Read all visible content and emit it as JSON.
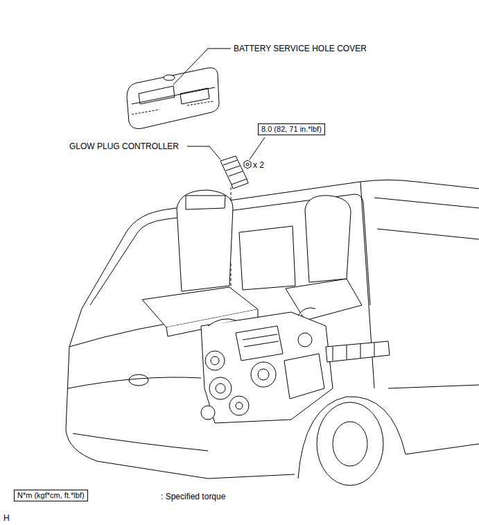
{
  "diagram": {
    "nodes": [
      {
        "text": [
          "8.0 (82, 71 in.*lbf)"
        ]
      },
      {
        "text": [
          "N*m (kgf*cm, ft.*lbf)"
        ]
      }
    ],
    "labels": [
      "BATTERY SERVICE HOLE COVER",
      "GLOW PLUG CONTROLLER",
      "x 2",
      ": Specified torque",
      "H"
    ]
  }
}
